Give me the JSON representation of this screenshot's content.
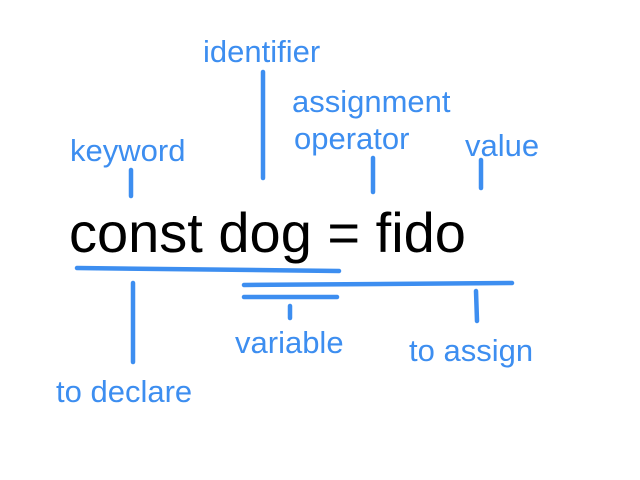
{
  "code": "const dog = fido",
  "labels": {
    "identifier": "identifier",
    "assignment": "assignment",
    "operator": "operator",
    "keyword": "keyword",
    "value": "value",
    "variable": "variable",
    "to_declare": "to declare",
    "to_assign": "to assign"
  },
  "colors": {
    "annotation": "#3d8ef0",
    "code": "#000000",
    "background": "#ffffff"
  }
}
